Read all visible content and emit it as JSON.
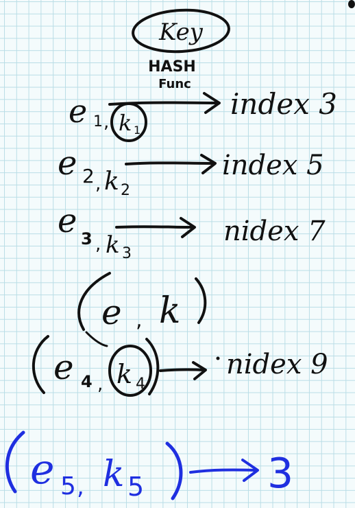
{
  "colors": {
    "ink": "#111111",
    "blue": "#1f2fe0",
    "grid": "#b9dde6",
    "paper": "#f4fbfc"
  },
  "key_label": "Key",
  "hash_label_1": "HASH",
  "hash_label_2": "Func",
  "rows": [
    {
      "e": "e",
      "e_sub": "1",
      "k": "k",
      "k_sub": "1",
      "target": "index 3"
    },
    {
      "e": "e",
      "e_sub": "2",
      "k": "k",
      "k_sub": "2",
      "target": "index 5"
    },
    {
      "e": "e",
      "e_sub": "3",
      "k": "k",
      "k_sub": "3",
      "target": "nidex 7"
    }
  ],
  "pair": {
    "e": "e",
    "k": "k"
  },
  "row4": {
    "e": "e",
    "e_sub": "4",
    "k": "k",
    "k_sub": "4",
    "target": "nidex 9"
  },
  "row5": {
    "e": "e",
    "e_sub": "5",
    "k": "k",
    "k_sub": "5",
    "target": "3"
  }
}
